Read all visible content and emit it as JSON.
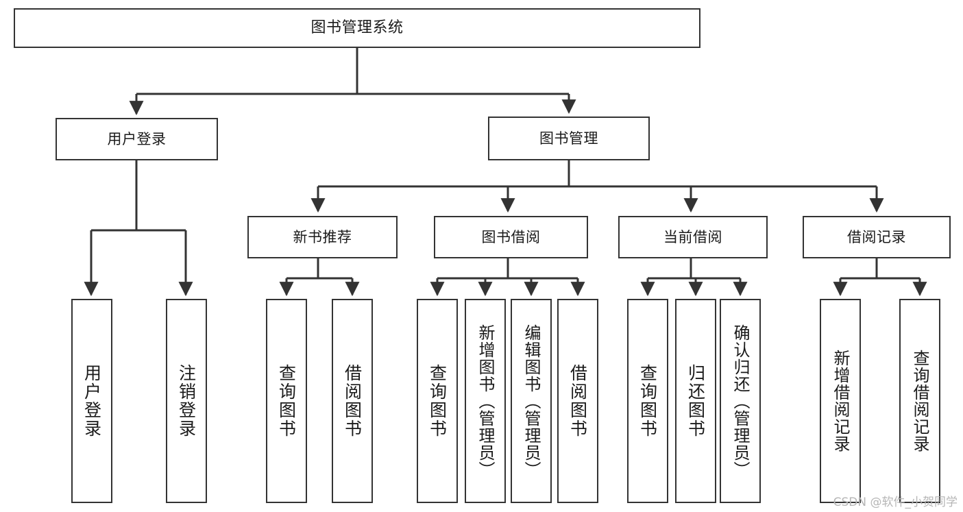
{
  "diagram": {
    "title": "图书管理系统",
    "type": "tree-hierarchy",
    "watermark": "CSDN @软件_小贺同学",
    "colors": {
      "stroke": "#333333",
      "fill": "#ffffff",
      "text": "#1a1a1a",
      "watermark": "#b6b6b6"
    },
    "levels": {
      "root": {
        "label": "图书管理系统"
      },
      "level1": [
        {
          "label": "用户登录"
        },
        {
          "label": "图书管理"
        }
      ],
      "level2": [
        {
          "label": "新书推荐"
        },
        {
          "label": "图书借阅"
        },
        {
          "label": "当前借阅"
        },
        {
          "label": "借阅记录"
        }
      ],
      "level3": [
        {
          "label": "用户登录",
          "parent": "用户登录"
        },
        {
          "label": "注销登录",
          "parent": "用户登录"
        },
        {
          "label": "查询图书",
          "parent": "新书推荐"
        },
        {
          "label": "借阅图书",
          "parent": "新书推荐"
        },
        {
          "label": "查询图书",
          "parent": "图书借阅"
        },
        {
          "label": "新增图书（管理员）",
          "parent": "图书借阅"
        },
        {
          "label": "编辑图书（管理员）",
          "parent": "图书借阅"
        },
        {
          "label": "借阅图书",
          "parent": "图书借阅"
        },
        {
          "label": "查询图书",
          "parent": "当前借阅"
        },
        {
          "label": "归还图书",
          "parent": "当前借阅"
        },
        {
          "label": "确认归还（管理员）",
          "parent": "当前借阅"
        },
        {
          "label": "新增借阅记录",
          "parent": "借阅记录"
        },
        {
          "label": "查询借阅记录",
          "parent": "借阅记录"
        }
      ]
    }
  }
}
